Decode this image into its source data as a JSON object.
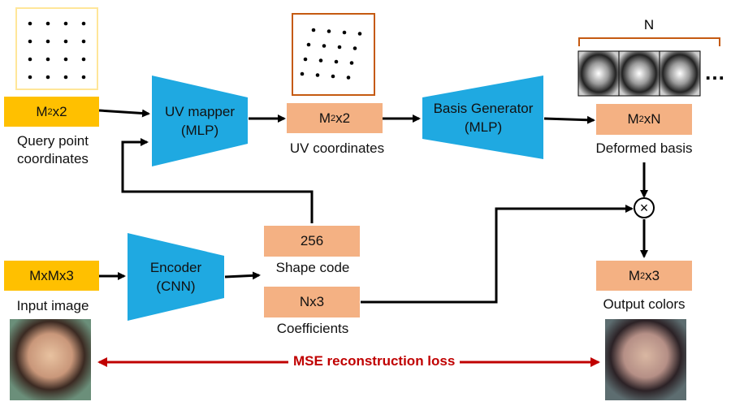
{
  "boxes": {
    "query": {
      "base": "M",
      "sup": "2",
      "rest": "x2"
    },
    "uv": {
      "base": "M",
      "sup": "2",
      "rest": "x2"
    },
    "basis": {
      "base": "M",
      "sup": "2",
      "rest": "xN"
    },
    "input": {
      "text": "MxMx3"
    },
    "shape_code": {
      "text": "256"
    },
    "coefficients": {
      "text": "Nx3"
    },
    "output": {
      "base": "M",
      "sup": "2",
      "rest": "x3"
    }
  },
  "blocks": {
    "uv_mapper": {
      "line1": "UV mapper",
      "line2": "(MLP)"
    },
    "basis_generator": {
      "line1": "Basis Generator",
      "line2": "(MLP)"
    },
    "encoder": {
      "line1": "Encoder",
      "line2": "(CNN)"
    }
  },
  "labels": {
    "query_line1": "Query point",
    "query_line2": "coordinates",
    "uv": "UV coordinates",
    "basis": "Deformed basis",
    "input": "Input image",
    "shape_code": "Shape code",
    "coefficients": "Coefficients",
    "output": "Output colors",
    "n_brace": "N",
    "ellipsis": "…",
    "multiply": "×"
  },
  "loss_label": "MSE reconstruction loss",
  "colors": {
    "gold": "#ffc000",
    "salmon": "#f4b183",
    "cyan": "#1fa9e1",
    "loss_red": "#c00000",
    "brace_orange": "#c55a11",
    "grid_frame_gold": "#ffe699",
    "grid_frame_orange": "#c55a11"
  }
}
